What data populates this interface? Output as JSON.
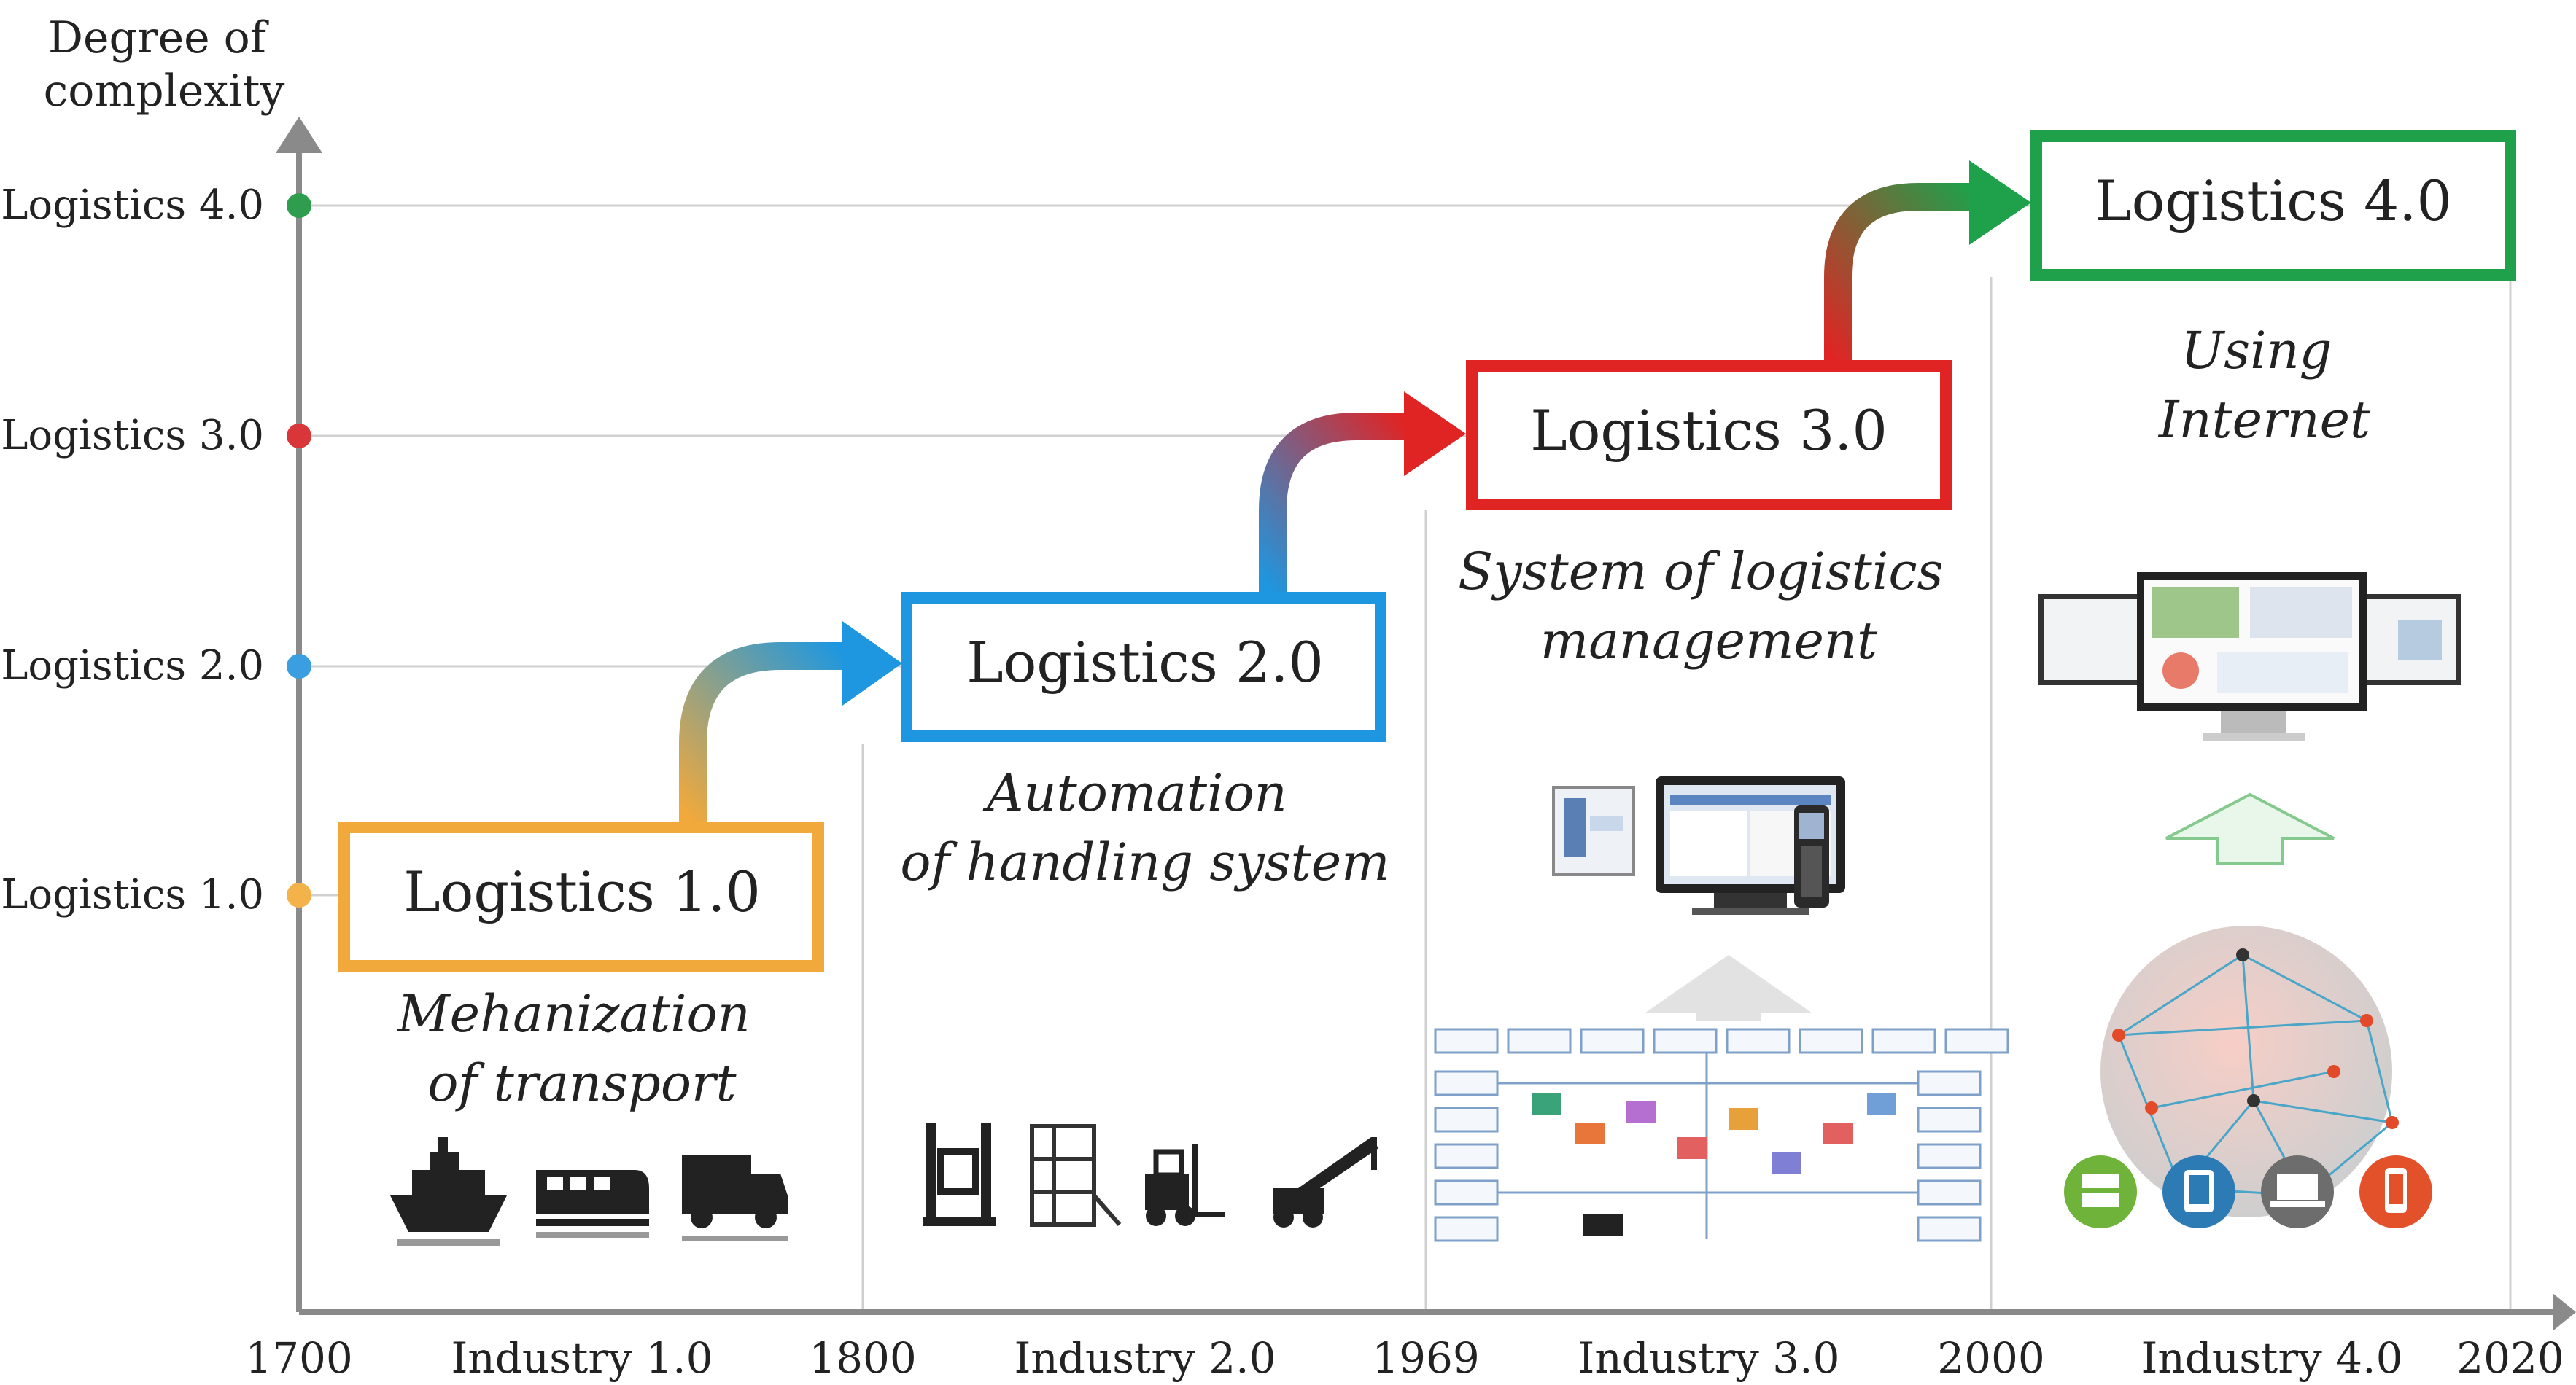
{
  "y_axis_title": [
    "Degree of",
    "complexity"
  ],
  "levels": [
    "Logistics 4.0",
    "Logistics 3.0",
    "Logistics 2.0",
    "Logistics 1.0"
  ],
  "level_colors": [
    "#2e9e4e",
    "#d9363a",
    "#3a9ee0",
    "#f3b34a"
  ],
  "x_axis": {
    "years": [
      "1700",
      "1800",
      "1969",
      "2000",
      "2020"
    ],
    "eras": [
      "Industry 1.0",
      "Industry 2.0",
      "Industry 3.0",
      "Industry 4.0"
    ]
  },
  "stages": [
    {
      "label": "Logistics 1.0",
      "color": "#f2a93b",
      "desc": [
        "Mehanization",
        "of transport"
      ],
      "icons": [
        "ship-icon",
        "train-icon",
        "truck-icon"
      ]
    },
    {
      "label": "Logistics 2.0",
      "color": "#1e97e0",
      "desc": [
        "Automation",
        "of handling system"
      ],
      "icons": [
        "forklift-front-icon",
        "warehouse-rack-icon",
        "forklift-icon",
        "crane-icon"
      ]
    },
    {
      "label": "Logistics 3.0",
      "color": "#e02424",
      "desc": [
        "System of logistics",
        "management"
      ],
      "icons": [
        "computer-terminal-icon",
        "logistics-flowchart-icon"
      ]
    },
    {
      "label": "Logistics 4.0",
      "color": "#1fa04a",
      "desc": [
        "Using",
        "Internet"
      ],
      "icons": [
        "monitors-icon",
        "globe-network-icon",
        "server-icon",
        "tablet-icon",
        "laptop-icon",
        "phone-icon"
      ]
    }
  ]
}
